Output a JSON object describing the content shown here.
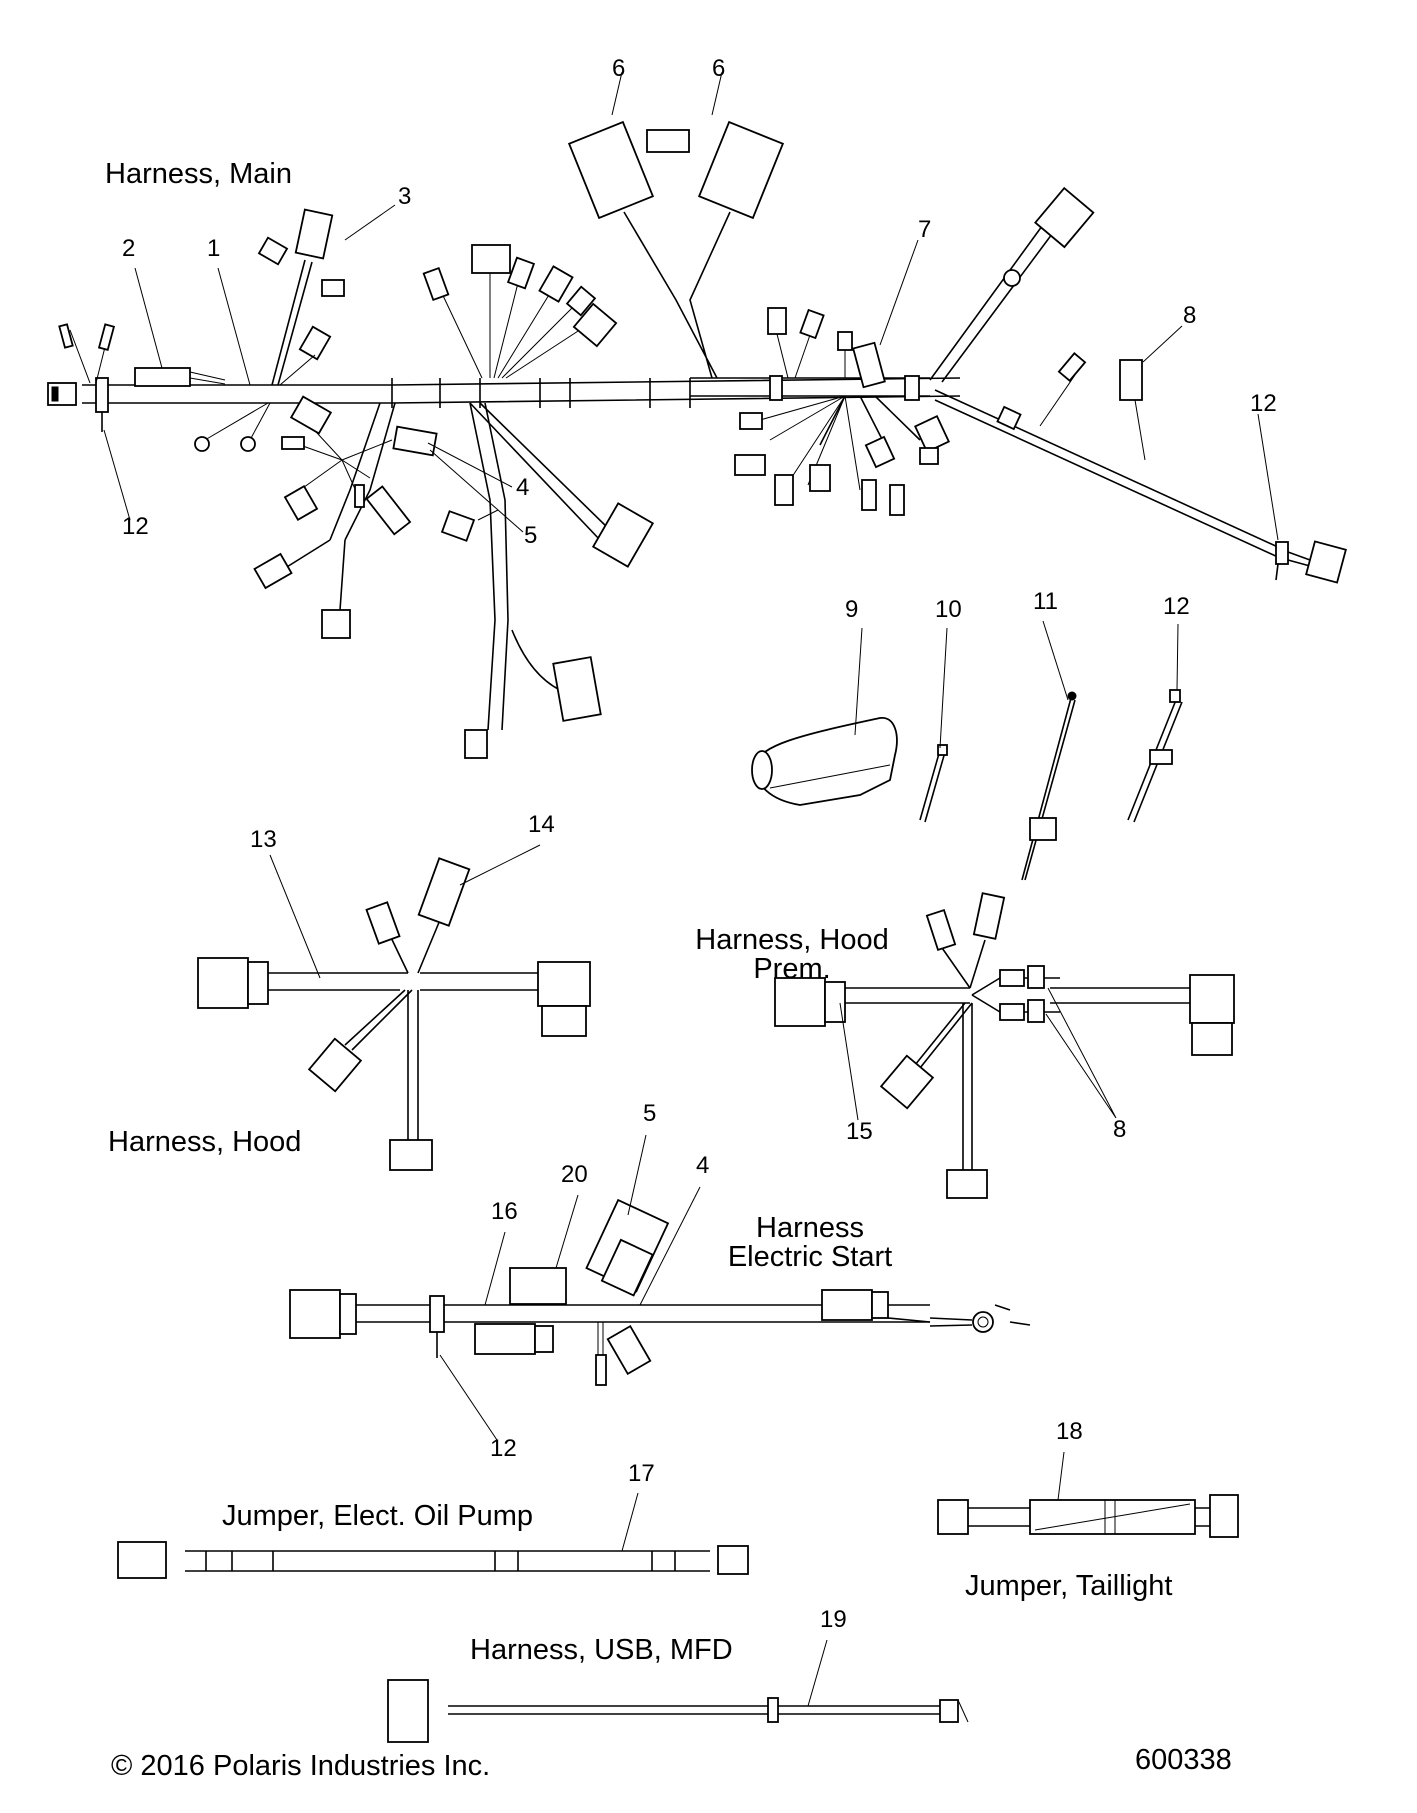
{
  "diagram": {
    "kind": "exploded parts diagram — wiring harnesses",
    "assemblies": [
      {
        "title": "Harness, Main"
      },
      {
        "title_line1": "Harness, Hood",
        "title_line2": "Prem."
      },
      {
        "title": "Harness, Hood"
      },
      {
        "title_line1": "Harness",
        "title_line2": "Electric Start"
      },
      {
        "title": "Jumper, Elect. Oil Pump"
      },
      {
        "title": "Jumper, Taillight"
      },
      {
        "title": "Harness, USB, MFD"
      }
    ],
    "callouts": {
      "main_6a": "6",
      "main_6b": "6",
      "main_3": "3",
      "main_2": "2",
      "main_1": "1",
      "main_7": "7",
      "main_8": "8",
      "main_12_right": "12",
      "main_12_left": "12",
      "main_4": "4",
      "main_5": "5",
      "part_9": "9",
      "part_10": "10",
      "part_11": "11",
      "part_12": "12",
      "hood_13": "13",
      "hood_14": "14",
      "hoodprem_15": "15",
      "hoodprem_8": "8",
      "es_5": "5",
      "es_20": "20",
      "es_4": "4",
      "es_16": "16",
      "es_12": "12",
      "oil_17": "17",
      "tail_18": "18",
      "usb_19": "19"
    },
    "footer": {
      "copyright": "© 2016 Polaris Industries Inc.",
      "drawing_number": "600338"
    }
  }
}
